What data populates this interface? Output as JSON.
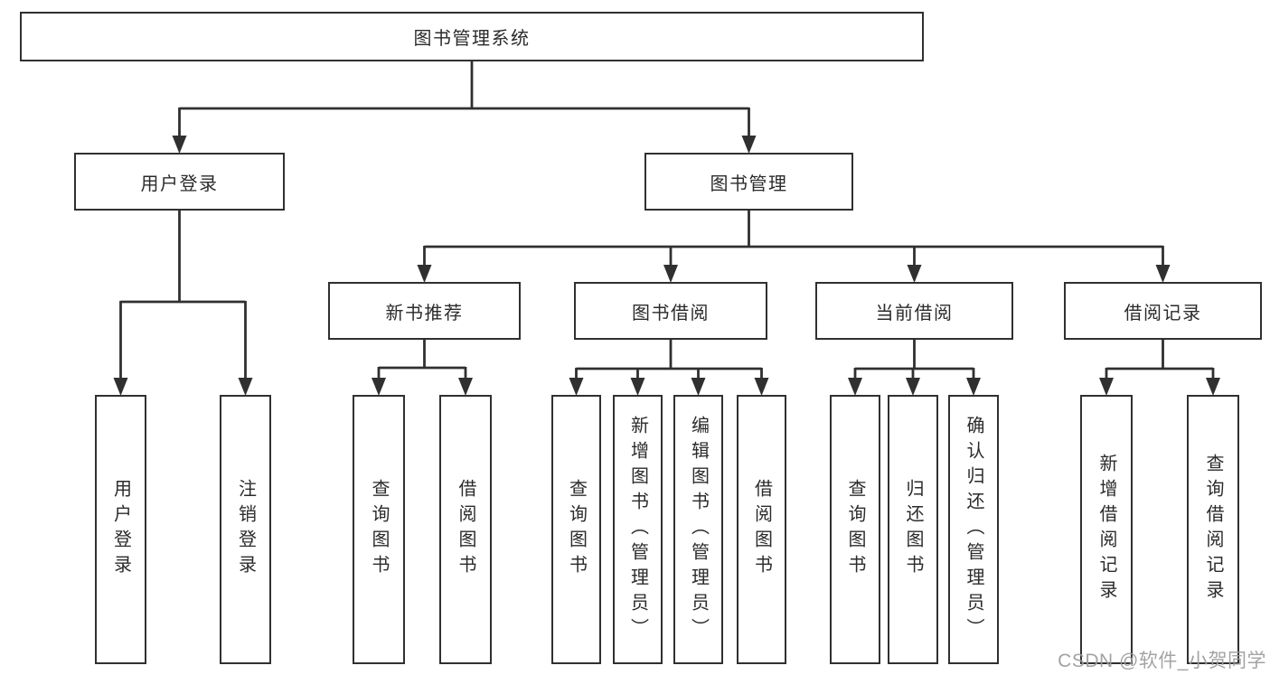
{
  "diagram": {
    "title": "图书管理系统",
    "hierarchy": {
      "label": "图书管理系统",
      "children": [
        {
          "label": "用户登录",
          "children": [
            {
              "label": "用户登录"
            },
            {
              "label": "注销登录"
            }
          ]
        },
        {
          "label": "图书管理",
          "children": [
            {
              "label": "新书推荐",
              "children": [
                {
                  "label": "查询图书"
                },
                {
                  "label": "借阅图书"
                }
              ]
            },
            {
              "label": "图书借阅",
              "children": [
                {
                  "label": "查询图书"
                },
                {
                  "label": "新增图书（管理员）"
                },
                {
                  "label": "编辑图书（管理员）"
                },
                {
                  "label": "借阅图书"
                }
              ]
            },
            {
              "label": "当前借阅",
              "children": [
                {
                  "label": "查询图书"
                },
                {
                  "label": "归还图书"
                },
                {
                  "label": "确认归还（管理员）"
                }
              ]
            },
            {
              "label": "借阅记录",
              "children": [
                {
                  "label": "新增借阅记录"
                },
                {
                  "label": "查询借阅记录"
                }
              ]
            }
          ]
        }
      ]
    },
    "colors": {
      "box_border": "#303030",
      "connector_line": "#303030",
      "box_fill": "#ffffff",
      "text": "#2b2b2b",
      "watermark": "#9b9b9b",
      "background": "#ffffff"
    }
  },
  "watermark": {
    "text": "CSDN @软件_小贺同学"
  }
}
